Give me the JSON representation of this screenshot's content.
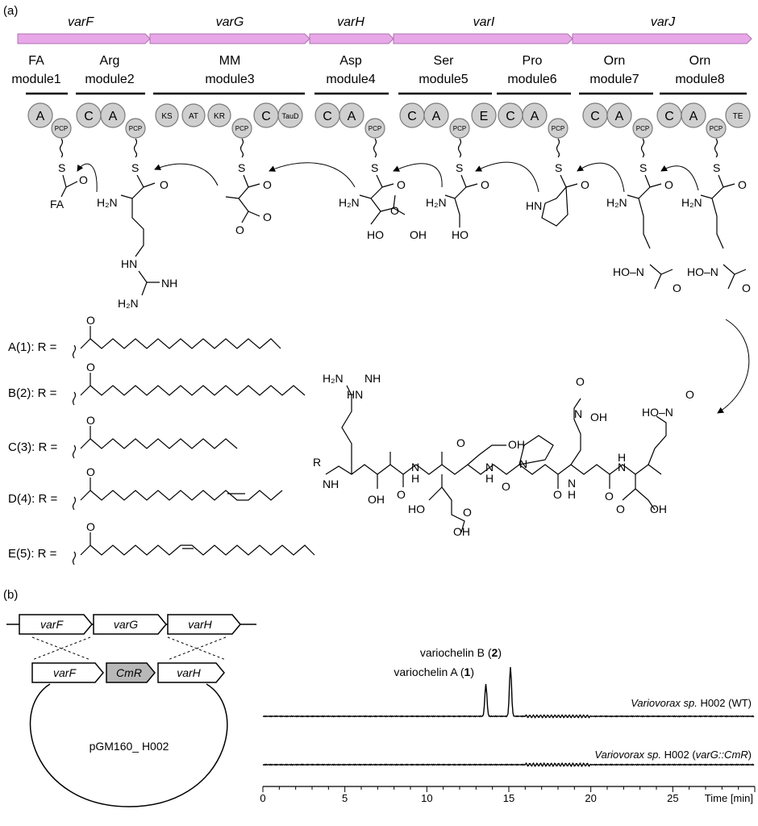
{
  "panel_a": {
    "label": "(a)",
    "genes": [
      "varF",
      "varG",
      "varH",
      "varI",
      "varJ"
    ],
    "gene_color": "#e8a8e8",
    "modules": [
      {
        "substrate": "FA",
        "name": "module1"
      },
      {
        "substrate": "Arg",
        "name": "module2"
      },
      {
        "substrate": "MM",
        "name": "module3"
      },
      {
        "substrate": "Asp",
        "name": "module4"
      },
      {
        "substrate": "Ser",
        "name": "module5"
      },
      {
        "substrate": "Pro",
        "name": "module6"
      },
      {
        "substrate": "Orn",
        "name": "module7"
      },
      {
        "substrate": "Orn",
        "name": "module8"
      }
    ],
    "domain_labels": {
      "A": "A",
      "C": "C",
      "E": "E",
      "PCP": "PCP",
      "KS": "KS",
      "AT": "AT",
      "KR": "KR",
      "TauD": "TauD",
      "TE": "TE"
    },
    "domain_color": "#cfcfcf",
    "atoms": {
      "S": "S",
      "O": "O",
      "FA": "FA",
      "H2N": "H₂N",
      "HN": "HN",
      "NH": "NH",
      "HO": "HO",
      "OH": "OH",
      "N": "N",
      "H": "H",
      "R": "R",
      "HO_N": "HO–N"
    },
    "r_groups": [
      {
        "label": "A(1): R ="
      },
      {
        "label": "B(2): R ="
      },
      {
        "label": "C(3): R ="
      },
      {
        "label": "D(4): R ="
      },
      {
        "label": "E(5): R ="
      }
    ]
  },
  "panel_b": {
    "label": "(b)",
    "genome_genes": [
      "varF",
      "varG",
      "varH"
    ],
    "plasmid_genes": [
      "varF",
      "CmR",
      "varH"
    ],
    "plasmid_name": "pGM160_ H002",
    "cmr_color": "#b8b8b8",
    "peak_labels": [
      {
        "name": "variochelin A",
        "num": "1"
      },
      {
        "name": "variochelin B",
        "num": "2"
      }
    ],
    "trace_labels": {
      "wt_prefix": "Variovorax sp.",
      "wt_suffix": " H002 (WT)",
      "mut_prefix": "Variovorax sp.",
      "mut_mid": " H002 (",
      "mut_gene": "varG::CmR",
      "mut_end": ")"
    },
    "x_ticks": [
      "0",
      "5",
      "10",
      "15",
      "20",
      "25"
    ],
    "x_label": "Time [min]"
  },
  "chart_data": {
    "type": "line",
    "xlim": [
      0,
      30
    ],
    "xlabel": "Time [min]",
    "x_ticks": [
      0,
      5,
      10,
      15,
      20,
      25
    ],
    "series": [
      {
        "name": "Variovorax sp. H002 (WT)",
        "peaks": [
          {
            "x": 13.6,
            "height": 0.55,
            "label": "variochelin A (1)"
          },
          {
            "x": 15.1,
            "height": 0.85,
            "label": "variochelin B (2)"
          }
        ]
      },
      {
        "name": "Variovorax sp. H002 (varG::CmR)",
        "peaks": []
      }
    ]
  }
}
